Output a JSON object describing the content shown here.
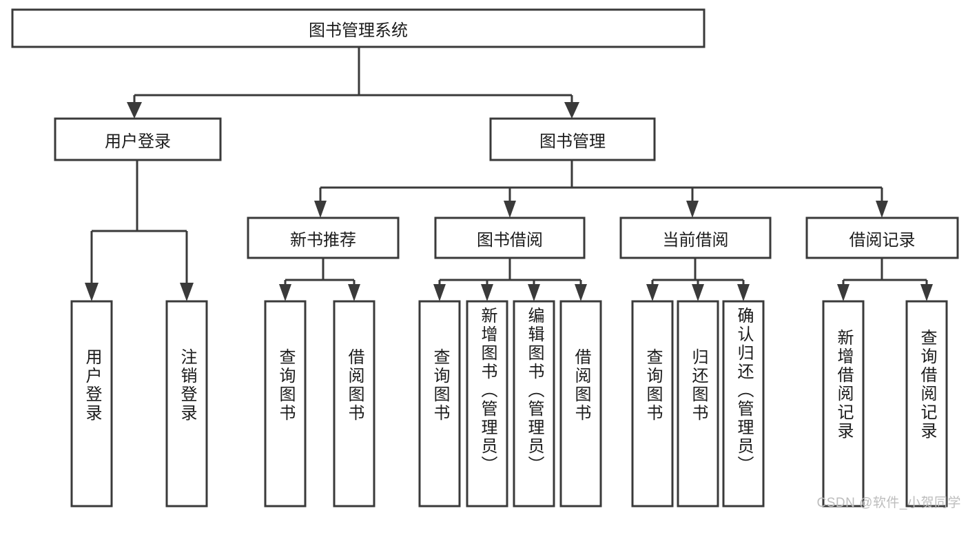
{
  "diagram": {
    "title": "图书管理系统",
    "type": "tree-hierarchy-diagram",
    "colors": {
      "box_stroke": "#3a3a3a",
      "box_fill": "#ffffff",
      "text": "#1b1b1b",
      "background": "#ffffff",
      "watermark": "#bdbdbd"
    },
    "root": {
      "label": "图书管理系统",
      "orientation": "horizontal"
    },
    "level2": [
      {
        "id": "user-login",
        "label": "用户登录",
        "orientation": "horizontal"
      },
      {
        "id": "book-management",
        "label": "图书管理",
        "orientation": "horizontal"
      }
    ],
    "level3": [
      {
        "id": "new-book-recommend",
        "label": "新书推荐",
        "orientation": "horizontal",
        "parent": "book-management"
      },
      {
        "id": "book-borrow",
        "label": "图书借阅",
        "orientation": "horizontal",
        "parent": "book-management"
      },
      {
        "id": "current-borrow",
        "label": "当前借阅",
        "orientation": "horizontal",
        "parent": "book-management"
      },
      {
        "id": "borrow-record",
        "label": "借阅记录",
        "orientation": "horizontal",
        "parent": "book-management"
      }
    ],
    "leaves": [
      {
        "id": "leaf-user-login",
        "label": "用户登录",
        "parent": "user-login",
        "orientation": "vertical"
      },
      {
        "id": "leaf-logout-login",
        "label": "注销登录",
        "parent": "user-login",
        "orientation": "vertical"
      },
      {
        "id": "leaf-query-book-1",
        "label": "查询图书",
        "parent": "new-book-recommend",
        "orientation": "vertical"
      },
      {
        "id": "leaf-borrow-book-1",
        "label": "借阅图书",
        "parent": "new-book-recommend",
        "orientation": "vertical"
      },
      {
        "id": "leaf-query-book-2",
        "label": "查询图书",
        "parent": "book-borrow",
        "orientation": "vertical"
      },
      {
        "id": "leaf-add-book",
        "label": "新增图书（管理员）",
        "parent": "book-borrow",
        "orientation": "vertical"
      },
      {
        "id": "leaf-edit-book",
        "label": "编辑图书（管理员）",
        "parent": "book-borrow",
        "orientation": "vertical"
      },
      {
        "id": "leaf-borrow-book-2",
        "label": "借阅图书",
        "parent": "book-borrow",
        "orientation": "vertical"
      },
      {
        "id": "leaf-query-book-3",
        "label": "查询图书",
        "parent": "current-borrow",
        "orientation": "vertical"
      },
      {
        "id": "leaf-return-book",
        "label": "归还图书",
        "parent": "current-borrow",
        "orientation": "vertical"
      },
      {
        "id": "leaf-confirm-return",
        "label": "确认归还（管理员）",
        "parent": "current-borrow",
        "orientation": "vertical"
      },
      {
        "id": "leaf-add-borrow-record",
        "label": "新增借阅记录",
        "parent": "borrow-record",
        "orientation": "vertical"
      },
      {
        "id": "leaf-query-borrow-record",
        "label": "查询借阅记录",
        "parent": "borrow-record",
        "orientation": "vertical"
      }
    ],
    "watermark": "CSDN @软件_小贺同学"
  }
}
